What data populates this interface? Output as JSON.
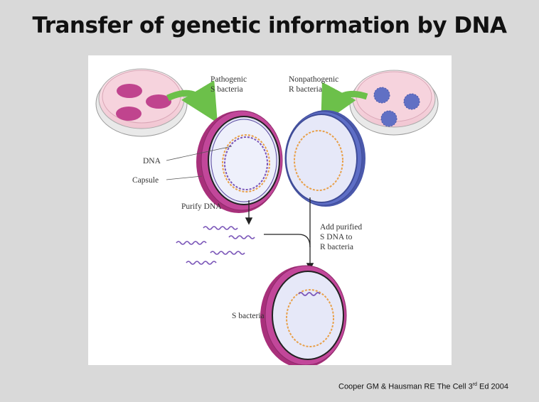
{
  "slide": {
    "title": "Transfer of genetic information by DNA",
    "citation": {
      "before": "Cooper GM & Hausman RE The Cell 3",
      "superscript": "rd",
      "after": " Ed 2004"
    }
  },
  "figure": {
    "labels": {
      "pathogenic_line1": "Pathogenic",
      "pathogenic_line2": "S bacteria",
      "nonpathogenic_line1": "Nonpathogenic",
      "nonpathogenic_line2": "R bacteria",
      "dna": "DNA",
      "capsule": "Capsule",
      "purify_dna": "Purify DNA",
      "add_line1": "Add purified",
      "add_line2": "S DNA to",
      "add_line3": "R bacteria",
      "s_bacteria": "S bacteria"
    },
    "colors": {
      "pathogenic_colony": "#c0448e",
      "capsule_magenta": "#c2479a",
      "nonpathogenic_colony": "#6170c4",
      "r_cell_blue": "#5e6ec6",
      "dna_purple": "#7a55b8",
      "dna_orange": "#e8a04a",
      "green_arrow": "#6cc04a",
      "dish_pink": "#f6d3dd"
    }
  }
}
